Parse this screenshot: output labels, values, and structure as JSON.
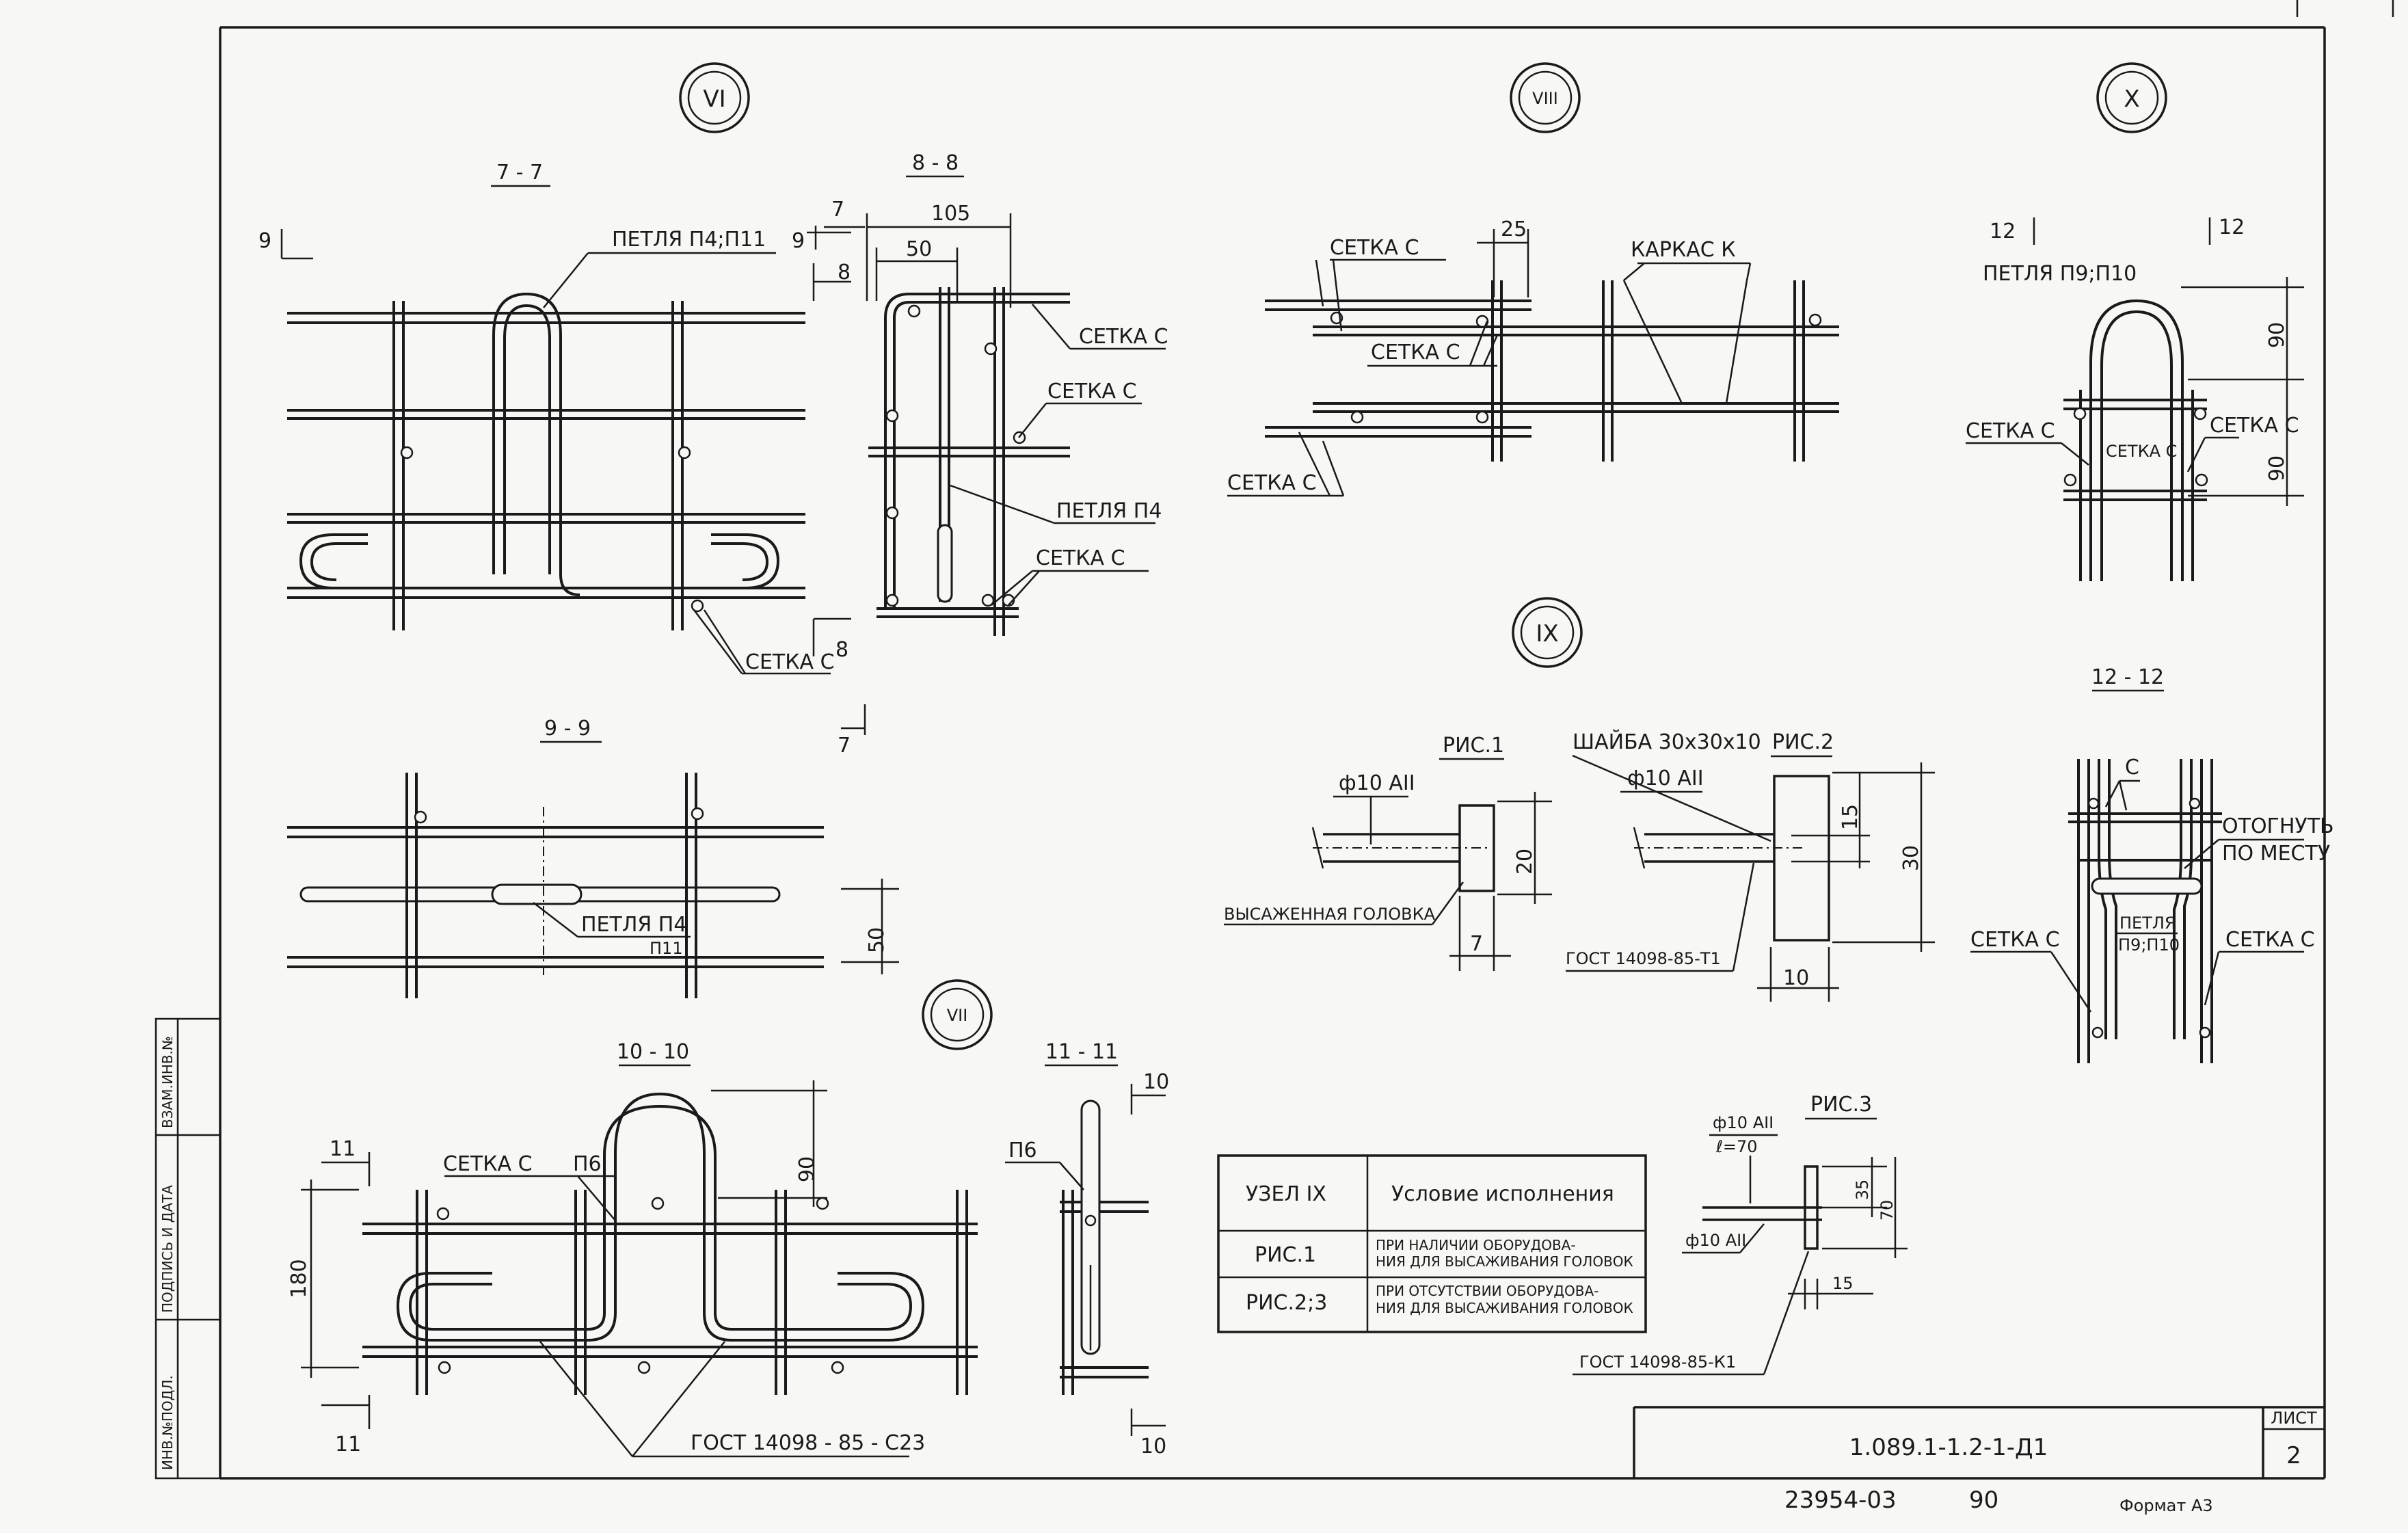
{
  "nodes": {
    "node_vi": "VI",
    "node_vii": "VII",
    "node_viii": "VIII",
    "node_ix": "IX",
    "node_x": "X"
  },
  "sections": {
    "s7": "7 - 7",
    "s8": "8 - 8",
    "s9": "9 - 9",
    "s10": "10 - 10",
    "s11": "11 - 11",
    "s12": "12 - 12"
  },
  "markers": {
    "m7": "7",
    "m8": "8",
    "m9": "9",
    "m10": "10",
    "m11": "11",
    "m12": "12"
  },
  "labels": {
    "loop_p4_p11": "ПЕТЛЯ П4;П11",
    "setka_s": "СЕТКА С",
    "loop_p4": "ПЕТЛЯ П4",
    "loop_p4_frac_top": "ПЕТЛЯ П4",
    "loop_p4_frac_bottom": "П11",
    "karkas_k": "КАРКАС К",
    "loop_p9_p10": "ПЕТЛЯ П9;П10",
    "setka_c": "СЕТКА С",
    "setka_s_abbr": "С",
    "bend_line1": "ОТОГНУТЬ",
    "bend_line2": "ПО МЕСТУ",
    "loop_p9_p10_line1": "ПЕТЛЯ",
    "loop_p9_p10_line2": "П9;П10",
    "fig1": "РИС.1",
    "fig2": "РИС.2",
    "fig3": "РИС.3",
    "washer": "ШАЙБА 30х30х10",
    "bar_d10": "ф10 АII",
    "upset_head": "ВЫСАЖЕННАЯ ГОЛОВКА",
    "gost_t1": "ГОСТ 14098-85-Т1",
    "gost_k1": "ГОСТ 14098-85-К1",
    "gost_c23": "ГОСТ 14098 - 85 - С23",
    "loop_p6": "П6",
    "bar_length": "ℓ=70"
  },
  "dimensions": {
    "d7": "7",
    "d105": "105",
    "d50": "50",
    "d25": "25",
    "d90": "90",
    "d20": "20",
    "d15": "15",
    "d30": "30",
    "d10": "10",
    "d35": "35",
    "d70": "70",
    "d180": "180"
  },
  "table": {
    "header_col1": "УЗЕЛ IX",
    "header_col2": "Условие исполнения",
    "rows": [
      {
        "col1": "РИС.1",
        "col2_line1": "ПРИ НАЛИЧИИ ОБОРУДОВА-",
        "col2_line2": "НИЯ ДЛЯ ВЫСАЖИВАНИЯ ГОЛОВОК"
      },
      {
        "col1": "РИС.2;3",
        "col2_line1": "ПРИ ОТСУТСТВИИ ОБОРУДОВА-",
        "col2_line2": "НИЯ ДЛЯ ВЫСАЖИВАНИЯ ГОЛОВОК"
      }
    ]
  },
  "side_stamp": [
    "ИНВ.№ПОДЛ.",
    "ПОДПИСЬ И ДАТА",
    "ВЗАМ.ИНВ.№"
  ],
  "title_block": {
    "doc_code": "1.089.1-1.2-1-Д1",
    "sheet_label": "ЛИСТ",
    "sheet_number": "2"
  },
  "footer": {
    "archive_number": "23954-03",
    "page": "90",
    "format": "Формат А3"
  }
}
